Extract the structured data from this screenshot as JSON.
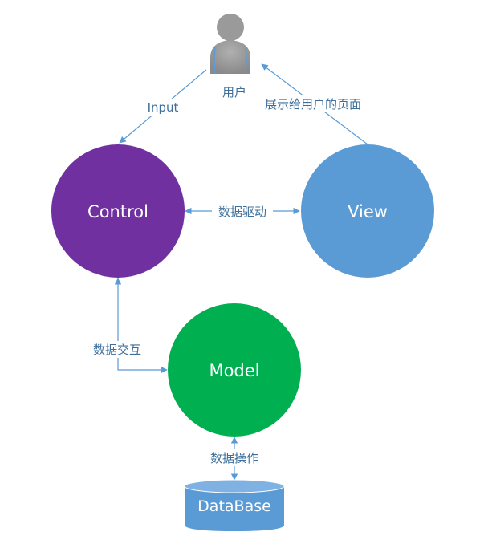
{
  "nodes": {
    "user": {
      "label": "用户",
      "icon": "user-icon"
    },
    "control": {
      "label": "Control",
      "color": "#7030a0"
    },
    "view": {
      "label": "View",
      "color": "#5b9bd5"
    },
    "model": {
      "label": "Model",
      "color": "#00b050"
    },
    "database": {
      "label": "DataBase",
      "color": "#5b9bd5"
    }
  },
  "edges": {
    "user_to_control": {
      "label": "Input"
    },
    "view_to_user": {
      "label": "展示给用户的页面"
    },
    "control_view": {
      "label": "数据驱动"
    },
    "control_model": {
      "label": "数据交互"
    },
    "model_database": {
      "label": "数据操作"
    }
  },
  "colors": {
    "arrow": "#5b9bd5",
    "edge_text": "#3d6f9a"
  }
}
